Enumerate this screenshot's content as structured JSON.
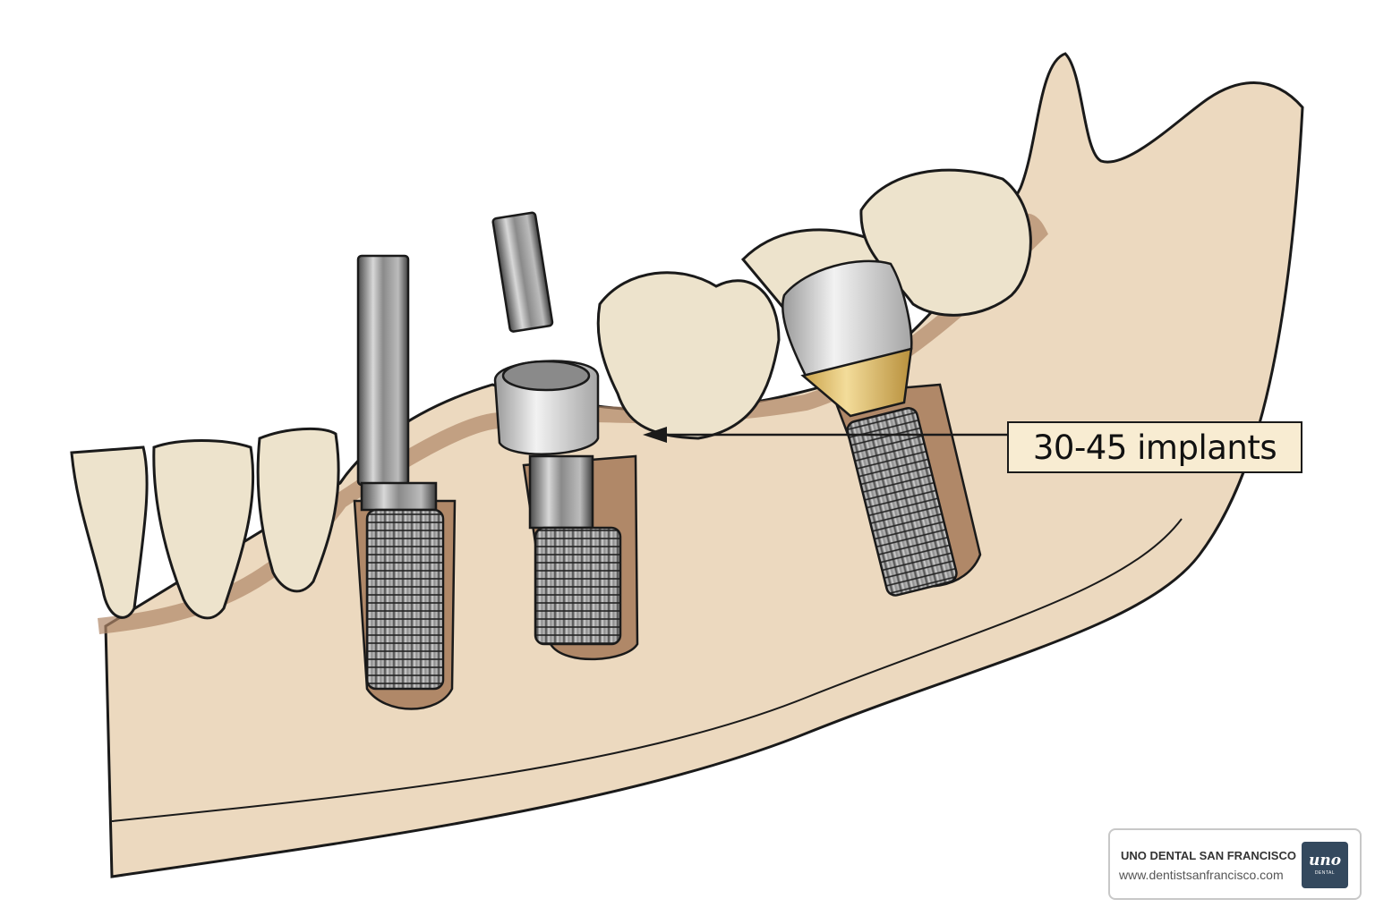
{
  "diagram": {
    "subject": "Dental implant stages in lower jaw (mandible) cross-section",
    "elements": [
      "natural-incisors",
      "implant-with-healing-post",
      "detached-cover-cylinder",
      "implant-with-abutment",
      "natural-molars",
      "implant-with-crown-abutment",
      "mandible-bone"
    ],
    "callout": {
      "label": "30-45 implants"
    }
  },
  "brand": {
    "name": "UNO DENTAL SAN FRANCISCO",
    "url": "www.dentistsanfrancisco.com",
    "logo_script": "uno",
    "logo_sub": "DENTAL",
    "logo_color": "#34495e"
  },
  "colors": {
    "bone": "#ecd9bf",
    "gum": "#b08868",
    "tooth": "#ede3cc",
    "metal": "#8a8a8a",
    "gold": "#e2c06e",
    "label_bg": "#f8ecd2"
  }
}
